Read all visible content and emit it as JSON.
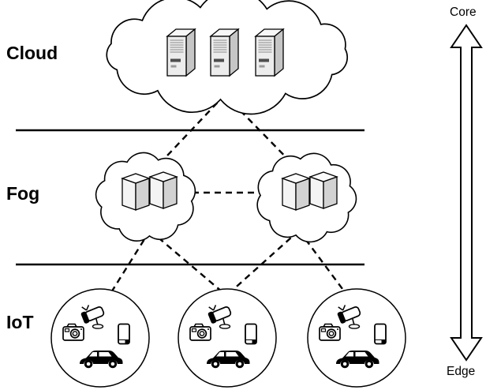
{
  "labels": {
    "cloud_layer": "Cloud",
    "fog_layer": "Fog",
    "iot_layer": "IoT",
    "axis_top": "Core",
    "axis_bottom": "Edge"
  },
  "diagram": {
    "type": "layered-architecture",
    "layers": [
      {
        "name": "Cloud",
        "contents": "cloud shape containing 3 server towers"
      },
      {
        "name": "Fog",
        "contents": "2 fog clouds, each containing 2 server boxes"
      },
      {
        "name": "IoT",
        "contents": "3 device circles, each with cctv-camera, photo-camera, smartphone and car icons"
      }
    ],
    "connections": {
      "style": "dashed",
      "links": [
        "cloud to fog-left",
        "cloud to fog-right",
        "fog-left to fog-right",
        "fog-left to iot-group-1",
        "fog-left to iot-group-2",
        "fog-right to iot-group-2",
        "fog-right to iot-group-3"
      ]
    },
    "axis": {
      "top": "Core",
      "bottom": "Edge",
      "shape": "double-headed vertical hollow arrow"
    }
  },
  "icons": {
    "iot_devices": [
      "cctv-camera-icon",
      "photo-camera-icon",
      "smartphone-icon",
      "car-icon"
    ],
    "cloud_server": "server-tower-icon",
    "fog_server": "server-box-icon"
  },
  "colors": {
    "line": "#000000",
    "background": "#ffffff",
    "server_front": "#ececec",
    "server_side": "#c6c6c6",
    "server_top": "#f7f7f7"
  }
}
